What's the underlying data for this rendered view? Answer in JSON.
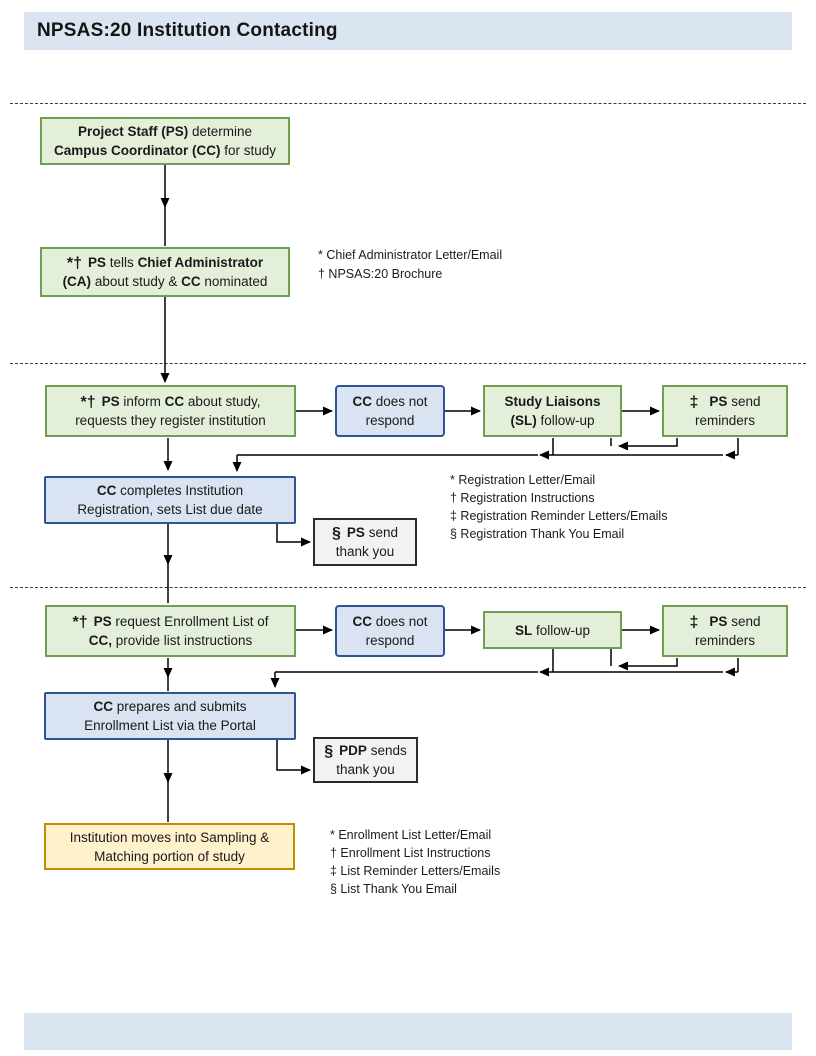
{
  "title": "NPSAS:20 Institution Contacting",
  "colors": {
    "header_bar": "#dbe5f1",
    "green_fill": "#e3efd9",
    "green_border": "#6ea04f",
    "blue_fill": "#dae3f1",
    "blue_border": "#2f5496",
    "gray_fill": "#f2f2f2",
    "gray_border": "#2b2b2b",
    "yellow_fill": "#fff1cc",
    "yellow_border": "#bf8f00",
    "connector": "#000000"
  },
  "nodes": {
    "determine": {
      "l1": [
        "Project Staff (PS)",
        " determine"
      ],
      "l2": [
        "Campus Coordinator (CC)",
        " for study"
      ]
    },
    "tell_ca": {
      "sym": "*†",
      "l1": [
        "PS",
        " tells ",
        "Chief Administrator"
      ],
      "l2": [
        "(CA)",
        " about study & ",
        "CC",
        " nominated"
      ]
    },
    "inform": {
      "sym": "*†",
      "l1": [
        "PS",
        " inform ",
        "CC",
        " about study,"
      ],
      "l2": [
        "requests they register institution"
      ]
    },
    "no_respond_1": {
      "l1": [
        "CC",
        " does not"
      ],
      "l2": [
        "respond"
      ]
    },
    "liaisons": {
      "l1": [
        "Study Liaisons"
      ],
      "l2": [
        "(SL)",
        " follow-up"
      ]
    },
    "reminders_1": {
      "sym": "‡",
      "l1": [
        "PS",
        " send"
      ],
      "l2": [
        "reminders"
      ]
    },
    "registration": {
      "l1": [
        "CC",
        " completes Institution"
      ],
      "l2": [
        "Registration, sets List due date"
      ]
    },
    "thankyou_1": {
      "sym": "§",
      "l1": [
        "PS",
        " send"
      ],
      "l2": [
        "thank you"
      ]
    },
    "request_list": {
      "sym": "*†",
      "l1": [
        "PS",
        " request Enrollment List of"
      ],
      "l2": [
        "CC,",
        " provide list instructions"
      ]
    },
    "no_respond_2": {
      "l1": [
        "CC",
        " does not"
      ],
      "l2": [
        "respond"
      ]
    },
    "sl_followup": {
      "l1": [
        "SL",
        " follow-up"
      ]
    },
    "reminders_2": {
      "sym": "‡",
      "l1": [
        "PS",
        " send"
      ],
      "l2": [
        "reminders"
      ]
    },
    "submit_list": {
      "l1": [
        "CC",
        " prepares and submits"
      ],
      "l2": [
        "Enrollment List via the Portal"
      ]
    },
    "thankyou_2": {
      "sym": "§",
      "l1": [
        "PDP",
        " sends"
      ],
      "l2": [
        "thank you"
      ]
    },
    "sampling": {
      "l1": [
        "Institution moves into Sampling &"
      ],
      "l2": [
        "Matching portion of study"
      ]
    }
  },
  "footnotes": {
    "admin": [
      "* Chief Administrator Letter/Email",
      "† NPSAS:20 Brochure"
    ],
    "registration": [
      "* Registration Letter/Email",
      "† Registration Instructions",
      "‡ Registration Reminder Letters/Emails",
      "§ Registration Thank You Email"
    ],
    "enrollment": [
      "* Enrollment List Letter/Email",
      "† Enrollment List Instructions",
      "‡ List Reminder  Letters/Emails",
      "§ List Thank You Email"
    ]
  }
}
